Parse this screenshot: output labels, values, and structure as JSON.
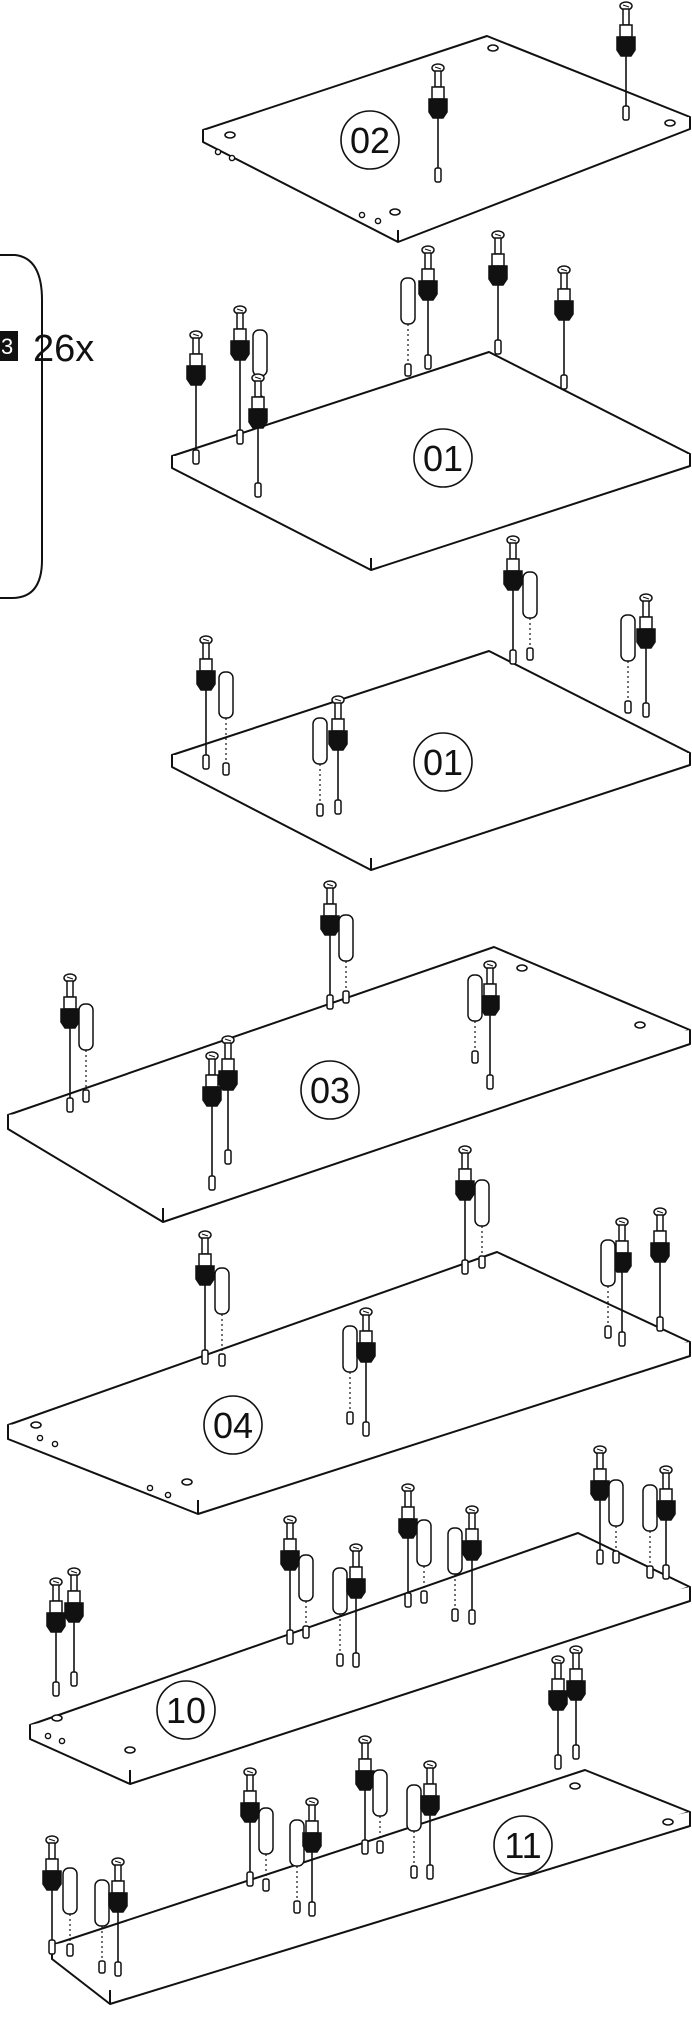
{
  "callout": {
    "part_number": "3",
    "quantity": "26x"
  },
  "panels": [
    {
      "label": "02"
    },
    {
      "label": "01"
    },
    {
      "label": "01"
    },
    {
      "label": "03"
    },
    {
      "label": "04"
    },
    {
      "label": "10"
    },
    {
      "label": "11"
    }
  ],
  "icons": {
    "fastener": "cam-bolt-with-dowel-icon",
    "dowel": "wooden-dowel-icon"
  },
  "colors": {
    "line": "#111111",
    "background": "#ffffff"
  }
}
